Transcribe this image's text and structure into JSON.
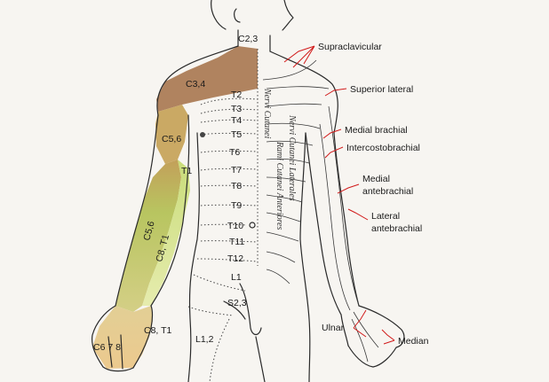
{
  "segments": {
    "c23": "C2,3",
    "c34": "C3,4",
    "c56": "C5,6",
    "t1": "T1",
    "c56_arm": "C5,6",
    "c8t1_arm": "C8, T1",
    "c8t1_hand": "C8, T1",
    "c678": "C6 7 8",
    "t2": "T2",
    "t3": "T3",
    "t4": "T4",
    "t5": "T5",
    "t6": "T6",
    "t7": "T7",
    "t8": "T8",
    "t9": "T9",
    "t10": "T10",
    "t11": "T11",
    "t12": "T12",
    "l1": "L1",
    "s23": "S2,3",
    "l12": "L1,2"
  },
  "vertical_labels": {
    "v1": "Nervi Cutanei",
    "v2": "Nervi Cutanei Laterales",
    "v3": "Rami Cutanei Anteriores"
  },
  "nerves": {
    "supraclavicular": "Supraclavicular",
    "superior_lateral": "Superior lateral",
    "medial_brachial": "Medial brachial",
    "intercostobrachial": "Intercostobrachial",
    "medial_antebrachial_1": "Medial",
    "medial_antebrachial_2": "antebrachial",
    "lateral_antebrachial_1": "Lateral",
    "lateral_antebrachial_2": "antebrachial",
    "ulnar": "Ulnar",
    "median": "Median"
  },
  "colors": {
    "c34_zone": "#a7774f",
    "c56_zone": "#c7a45c",
    "arm_zone": "#b5c86a",
    "hand_zone": "#d9b37a",
    "leader_line": "#d11a1a"
  }
}
